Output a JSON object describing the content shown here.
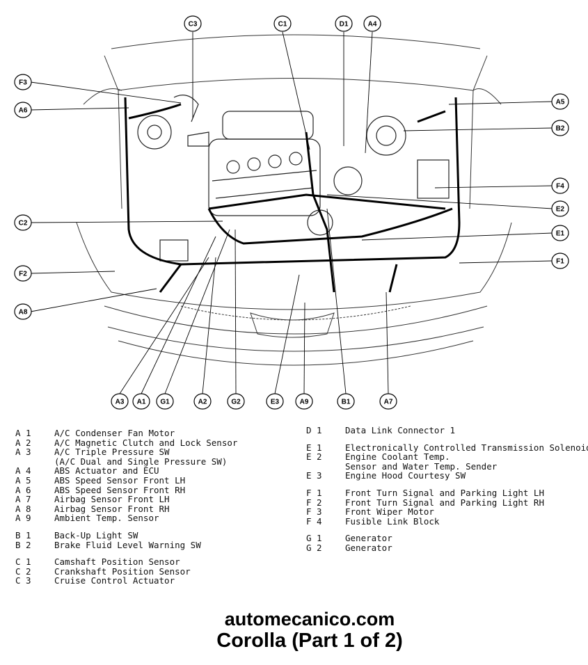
{
  "callouts": [
    {
      "id": "C3",
      "label": "C3"
    },
    {
      "id": "C1",
      "label": "C1"
    },
    {
      "id": "D1",
      "label": "D1"
    },
    {
      "id": "A4",
      "label": "A4"
    },
    {
      "id": "F3",
      "label": "F3"
    },
    {
      "id": "A6",
      "label": "A6"
    },
    {
      "id": "A5",
      "label": "A5"
    },
    {
      "id": "B2",
      "label": "B2"
    },
    {
      "id": "F4",
      "label": "F4"
    },
    {
      "id": "E2",
      "label": "E2"
    },
    {
      "id": "C2",
      "label": "C2"
    },
    {
      "id": "E1",
      "label": "E1"
    },
    {
      "id": "F2",
      "label": "F2"
    },
    {
      "id": "F1",
      "label": "F1"
    },
    {
      "id": "A8",
      "label": "A8"
    },
    {
      "id": "A3",
      "label": "A3"
    },
    {
      "id": "A1",
      "label": "A1"
    },
    {
      "id": "G1",
      "label": "G1"
    },
    {
      "id": "A2",
      "label": "A2"
    },
    {
      "id": "G2",
      "label": "G2"
    },
    {
      "id": "E3",
      "label": "E3"
    },
    {
      "id": "A9",
      "label": "A9"
    },
    {
      "id": "B1",
      "label": "B1"
    },
    {
      "id": "A7",
      "label": "A7"
    }
  ],
  "legend_left": [
    {
      "code": "A 1",
      "text": "A/C Condenser Fan Motor"
    },
    {
      "code": "A 2",
      "text": "A/C Magnetic Clutch and Lock Sensor"
    },
    {
      "code": "A 3",
      "text": "A/C Triple Pressure SW"
    },
    {
      "code": "",
      "text": "(A/C Dual and Single Pressure SW)"
    },
    {
      "code": "A 4",
      "text": "ABS Actuator and ECU"
    },
    {
      "code": "A 5",
      "text": "ABS Speed Sensor Front LH"
    },
    {
      "code": "A 6",
      "text": "ABS Speed Sensor Front RH"
    },
    {
      "code": "A 7",
      "text": "Airbag Sensor Front LH"
    },
    {
      "code": "A 8",
      "text": "Airbag Sensor Front RH"
    },
    {
      "code": "A 9",
      "text": "Ambient Temp. Sensor"
    },
    {
      "gap": true
    },
    {
      "code": "B 1",
      "text": "Back-Up Light SW"
    },
    {
      "code": "B 2",
      "text": "Brake Fluid Level Warning SW"
    },
    {
      "gap": true
    },
    {
      "code": "C 1",
      "text": "Camshaft Position Sensor"
    },
    {
      "code": "C 2",
      "text": "Crankshaft Position Sensor"
    },
    {
      "code": "C 3",
      "text": "Cruise Control Actuator"
    }
  ],
  "legend_right": [
    {
      "code": "D 1",
      "text": "Data Link Connector 1"
    },
    {
      "gap": true
    },
    {
      "code": "E 1",
      "text": "Electronically Controlled Transmission Solenoid"
    },
    {
      "code": "E 2",
      "text": "Engine Coolant Temp."
    },
    {
      "code": "",
      "text": "Sensor and Water Temp. Sender"
    },
    {
      "code": "E 3",
      "text": "Engine Hood Courtesy SW"
    },
    {
      "gap": true
    },
    {
      "code": "F 1",
      "text": "Front Turn Signal and Parking Light LH"
    },
    {
      "code": "F 2",
      "text": "Front Turn Signal and Parking Light RH"
    },
    {
      "code": "F 3",
      "text": "Front Wiper Motor"
    },
    {
      "code": "F 4",
      "text": "Fusible Link Block"
    },
    {
      "gap": true
    },
    {
      "code": "G 1",
      "text": "Generator"
    },
    {
      "code": "G 2",
      "text": "Generator"
    }
  ],
  "footer": {
    "site": "automecanico.com",
    "title": "Corolla (Part 1 of 2)"
  }
}
